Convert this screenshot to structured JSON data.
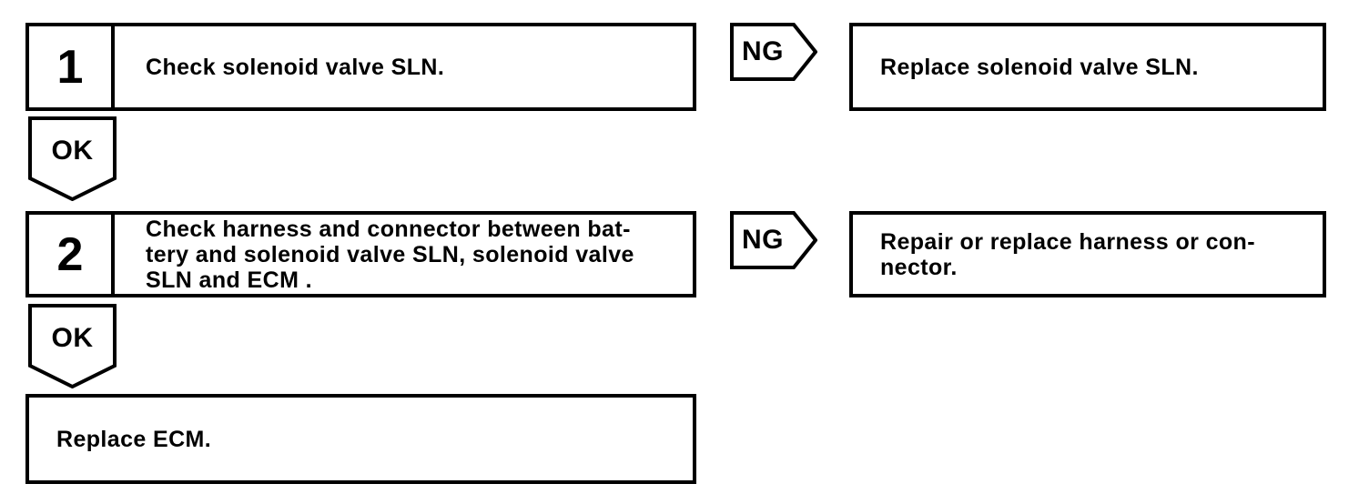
{
  "diagram": {
    "type": "troubleshooting-flowchart",
    "ink_color": "#000000",
    "background_color": "#ffffff",
    "steps": [
      {
        "number": "1",
        "instruction": "Check solenoid valve SLN.",
        "fail_tag": "NG",
        "fail_action": "Replace solenoid valve SLN.",
        "pass_tag": "OK"
      },
      {
        "number": "2",
        "instruction": "Check harness and connector between bat-\ntery and solenoid valve SLN, solenoid valve\nSLN and ECM .",
        "fail_tag": "NG",
        "fail_action": "Repair or replace harness or con-\nnector.",
        "pass_tag": "OK"
      }
    ],
    "final_action": "Replace ECM."
  }
}
